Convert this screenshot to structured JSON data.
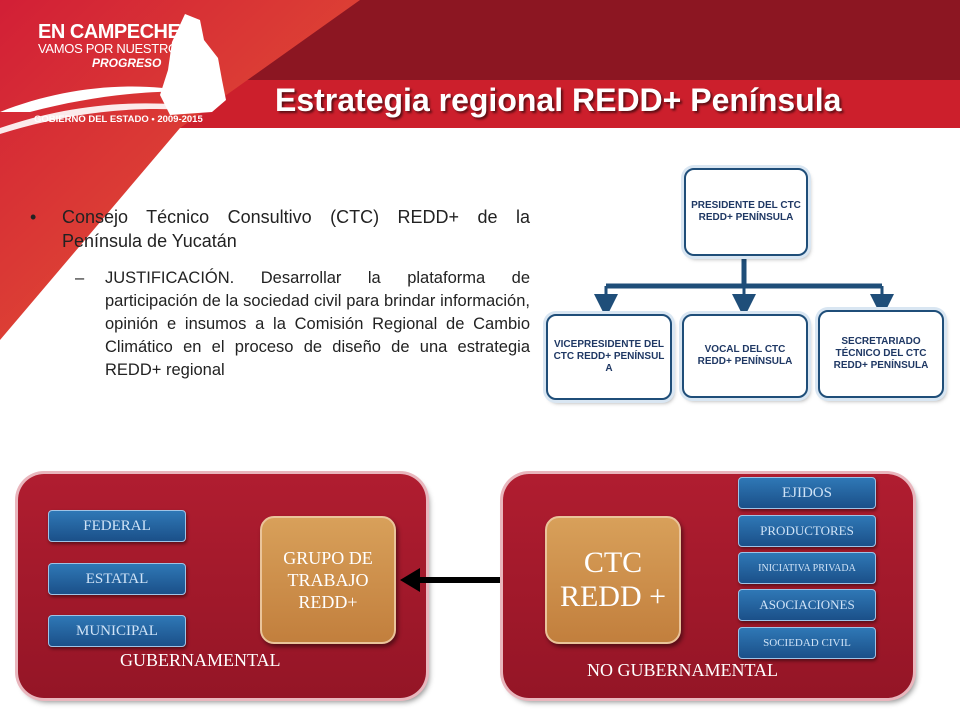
{
  "logo": {
    "line1": "EN CAMPECHE",
    "line2": "VAMOS POR NUESTRO",
    "line3": "PROGRESO",
    "footer": "GOBIERNO DEL ESTADO • 2009-2015"
  },
  "slide": {
    "title": "Estrategia regional REDD+ Península"
  },
  "bullets": {
    "main_marker": "•",
    "main": "Consejo Técnico Consultivo (CTC) REDD+ de la Península de Yucatán",
    "sub_marker": "–",
    "sub": "JUSTIFICACIÓN. Desarrollar la plataforma de participación de la sociedad civil para brindar información, opinión e insumos a la Comisión Regional de Cambio Climático en el proceso de diseño de una estrategia REDD+ regional"
  },
  "org_chart": {
    "top": "PRESIDENTE DEL CTC REDD+ PENÍNSULA",
    "children": [
      "VICEPRESIDENTE DEL CTC REDD+ PENÍNSULA",
      "VOCAL DEL CTC REDD+ PENÍNSULA",
      "SECRETARIADO TÉCNICO DEL CTC REDD+ PENÍNSULA"
    ]
  },
  "gubernamental": {
    "label": "GUBERNAMENTAL",
    "levels": [
      "FEDERAL",
      "ESTATAL",
      "MUNICIPAL"
    ],
    "group": "GRUPO DE TRABAJO REDD+"
  },
  "no_gubernamental": {
    "label": "NO GUBERNAMENTAL",
    "center": "CTC REDD +",
    "sectors": [
      "EJIDOS",
      "PRODUCTORES",
      "INICIATIVA PRIVADA",
      "ASOCIACIONES",
      "SOCIEDAD CIVIL"
    ]
  },
  "colors": {
    "brand_red": "#c8102e",
    "dark_red": "#8c1622",
    "panel_red": "#a3192b",
    "button_blue": "#1f5c99",
    "gold": "#cf8f4a",
    "org_border": "#1f4e79"
  }
}
